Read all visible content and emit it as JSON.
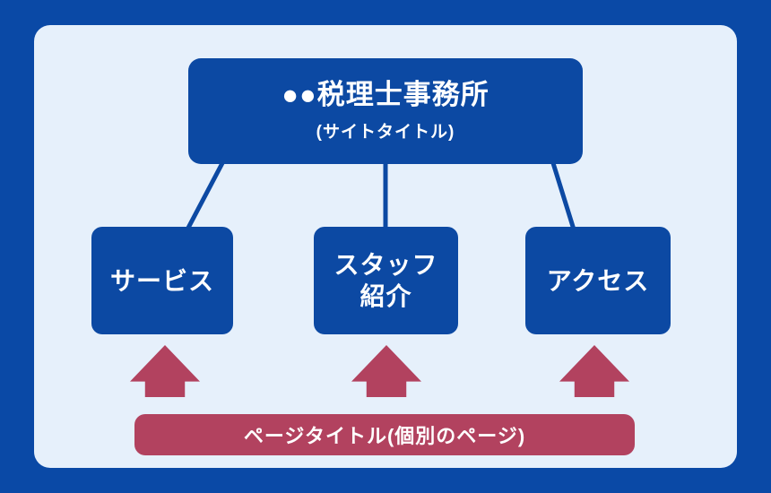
{
  "diagram": {
    "type": "website-sitemap",
    "colors": {
      "frame_blue": "#0a49a6",
      "panel_light_blue": "#e6f0fb",
      "box_blue": "#0c49a3",
      "connector_blue": "#0c49a3",
      "accent_crimson": "#b2425f",
      "text_white": "#ffffff"
    },
    "site_title_box": {
      "title": "●●税理士事務所",
      "subtitle": "(サイトタイトル)"
    },
    "pages": [
      {
        "label": "サービス"
      },
      {
        "label": "スタッフ\n紹介"
      },
      {
        "label": "アクセス"
      }
    ],
    "arrows": {
      "count": 3,
      "direction": "up",
      "color": "#b2425f"
    },
    "page_title_banner": {
      "label": "ページタイトル(個別のページ)"
    }
  }
}
